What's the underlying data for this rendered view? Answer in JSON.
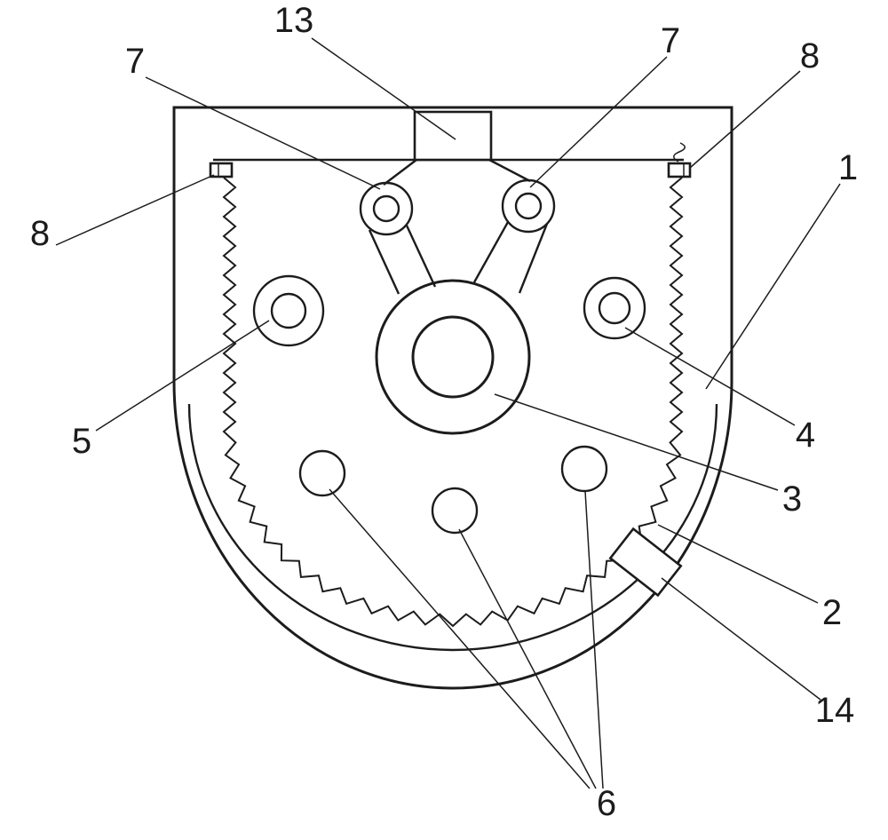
{
  "figure": {
    "background_color": "#ffffff",
    "line_color": "#1c1c1c"
  },
  "labels": {
    "l13": "13",
    "l7_left": "7",
    "l7_right": "7",
    "l8_left": "8",
    "l8_right": "8",
    "l1": "1",
    "l5": "5",
    "l4": "4",
    "l3": "3",
    "l2": "2",
    "l14": "14",
    "l6": "6"
  }
}
